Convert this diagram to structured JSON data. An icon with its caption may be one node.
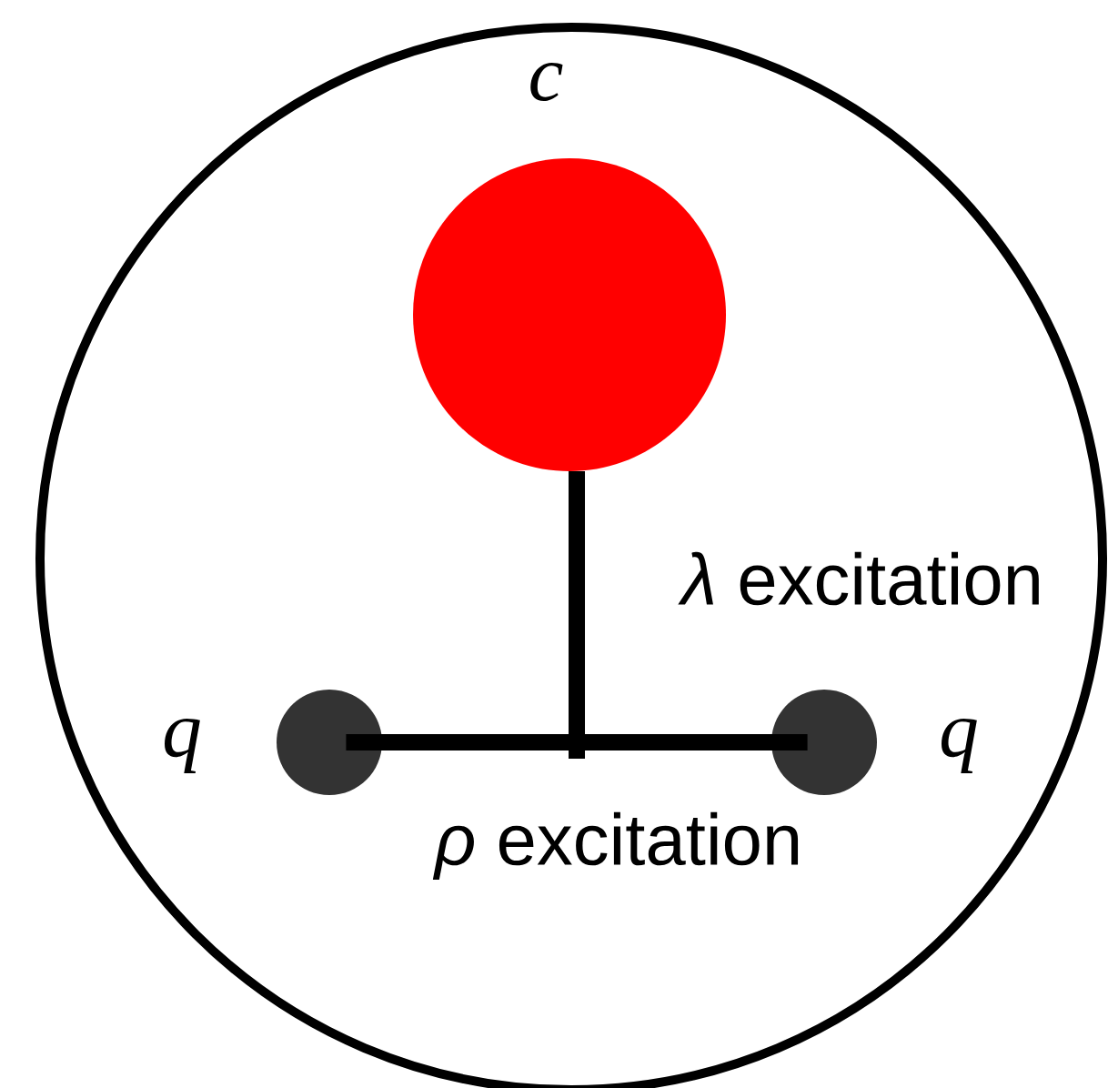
{
  "diagram": {
    "nodes": [
      {
        "text": [],
        "shape": "circle"
      },
      {
        "text": [],
        "shape": "circle",
        "in": 0,
        "beside": [
          "c"
        ]
      },
      {
        "text": [],
        "shape": "circle",
        "in": 0,
        "beside": [
          "q"
        ]
      },
      {
        "text": [],
        "shape": "circle",
        "in": 0,
        "beside": [
          "q"
        ]
      }
    ],
    "edges": [
      {
        "from": 1,
        "to": null,
        "arrow": "none",
        "label": "*λ* excitation"
      },
      {
        "from": 2,
        "to": 3,
        "arrow": "none",
        "label": "*ρ* excitation"
      }
    ]
  }
}
